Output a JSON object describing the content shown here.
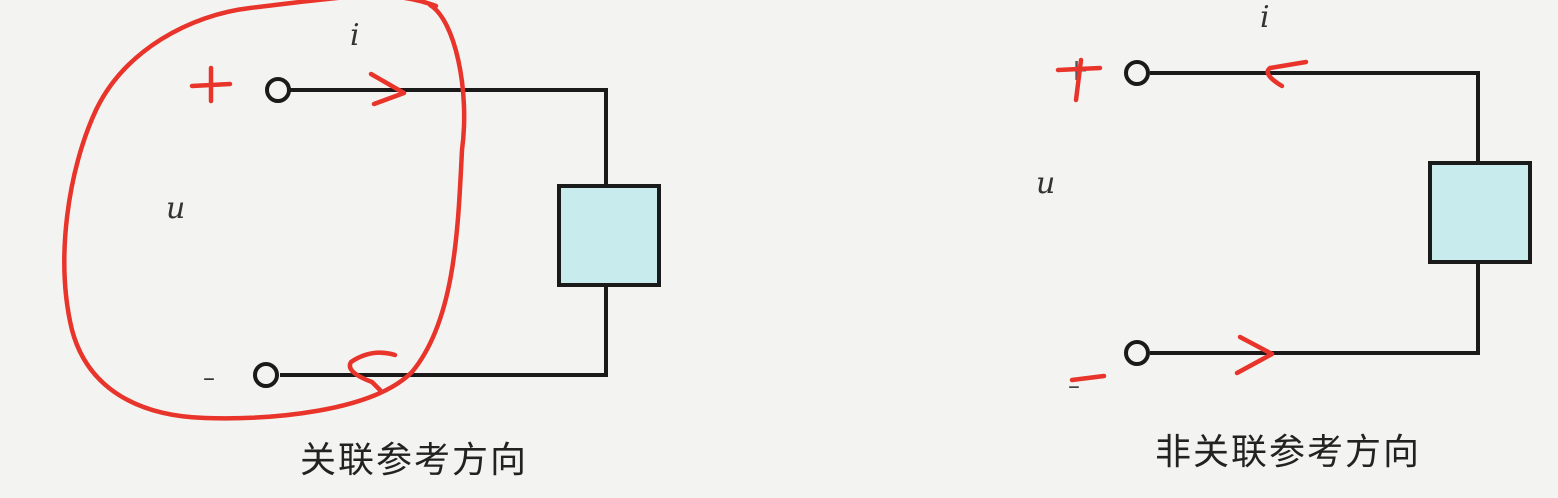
{
  "colors": {
    "background": "#f3f4f1",
    "wire": "#1a1a1a",
    "element_fill": "#c8ecee",
    "annotation_red": "#e8342a"
  },
  "circuits": [
    {
      "id": "associated",
      "current_label": "i",
      "voltage_label": "u",
      "plus_label": "+",
      "minus_label": "–",
      "caption": "关联参考方向"
    },
    {
      "id": "non-associated",
      "current_label": "i",
      "voltage_label": "u",
      "plus_label": "+",
      "minus_label": "–",
      "caption": "非关联参考方向"
    }
  ]
}
